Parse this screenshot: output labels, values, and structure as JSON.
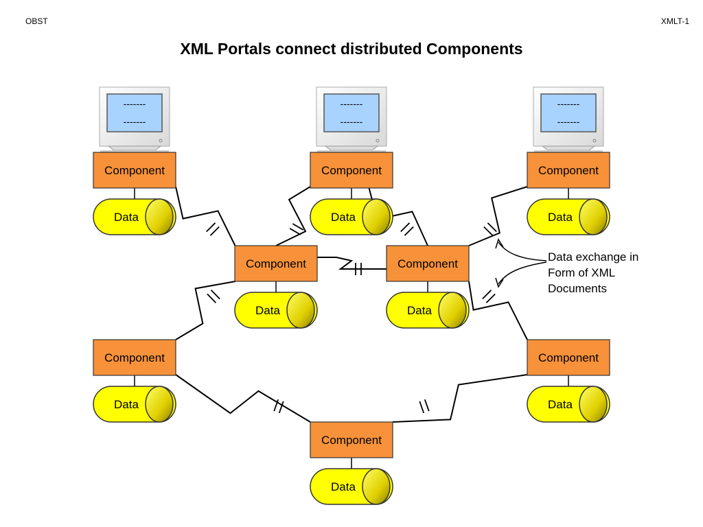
{
  "header": {
    "left": "OBST",
    "right": "XMLT-1"
  },
  "title": "XML Portals connect distributed Components",
  "component_label": "Component",
  "data_label": "Data",
  "screen_text": "-------",
  "annotation": [
    "Data exchange in",
    "Form of XML",
    "Documents"
  ],
  "colors": {
    "component_fill": "#f7923a",
    "component_stroke": "#333333",
    "data_fill": "#ffff00",
    "screen_fill": "#a9d3ff",
    "link_stroke": "#000000"
  }
}
